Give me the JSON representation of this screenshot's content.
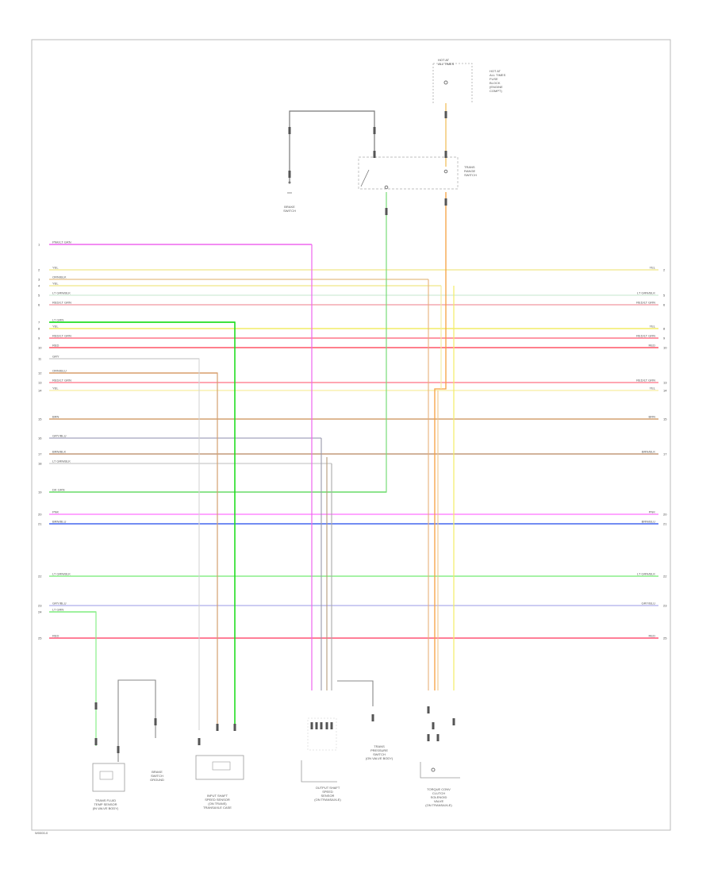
{
  "footer": {
    "code": "W0000-0"
  },
  "components": [
    {
      "id": "fuse_box",
      "lines": [
        "HOT AT",
        "ALL TIMES",
        "FUSE",
        "BLOCK",
        "(ENGINE",
        "COMPT)"
      ]
    },
    {
      "id": "brake_switch",
      "lines": [
        "BRAKE",
        "SWITCH"
      ]
    },
    {
      "id": "trans_range",
      "lines": [
        "TRANS",
        "RANGE",
        "SWITCH"
      ]
    },
    {
      "id": "brake_ground",
      "lines": [
        "BRAKE",
        "SWITCH",
        "GROUND"
      ]
    },
    {
      "id": "trans_fluid_temp",
      "lines": [
        "TRANS FLUID",
        "TEMP SENSOR",
        "(IN VALVE BODY)"
      ]
    },
    {
      "id": "input_speed",
      "lines": [
        "INPUT SHAFT",
        "SPEED SENSOR",
        "(ON TRANS)",
        "TRANSAXLE CASE"
      ]
    },
    {
      "id": "output_speed",
      "lines": [
        "OUTPUT SHAFT",
        "SPEED",
        "SENSOR",
        "(ON TRANSAXLE)"
      ]
    },
    {
      "id": "pressure_switch",
      "lines": [
        "TRANS",
        "PRESSURE",
        "SWITCH",
        "(ON VALVE BODY)"
      ]
    },
    {
      "id": "torque_converter",
      "lines": [
        "TORQUE CONV",
        "CLUTCH",
        "SOLENOID",
        "VALVE",
        "(ON TRANSAXLE)"
      ]
    }
  ],
  "wires": [
    {
      "num": "1",
      "label": "PNK/LT GRN",
      "right": "",
      "color": "#ee66ee"
    },
    {
      "num": "2",
      "label": "YEL",
      "right": "YEL",
      "color": "#f4ec9c"
    },
    {
      "num": "3",
      "label": "ORN/BLK",
      "right": "",
      "color": "#e8c89a"
    },
    {
      "num": "4",
      "label": "YEL",
      "right": "",
      "color": "#f4ec9c"
    },
    {
      "num": "5",
      "label": "LT GRN/BLK",
      "right": "LT GRN/BLK",
      "color": "#d8eedd"
    },
    {
      "num": "6",
      "label": "RED/LT GRN",
      "right": "RED/LT GRN",
      "color": "#f4a8b0"
    },
    {
      "num": "7",
      "label": "LT GRN",
      "right": "",
      "color": "#22dd22"
    },
    {
      "num": "8",
      "label": "YEL",
      "right": "YEL",
      "color": "#f2ec66"
    },
    {
      "num": "9",
      "label": "RED/LT GRN",
      "right": "RED/LT GRN",
      "color": "#ff7788"
    },
    {
      "num": "10",
      "label": "RED",
      "right": "RED",
      "color": "#ff5566"
    },
    {
      "num": "11",
      "label": "GRY",
      "right": "",
      "color": "#d4d4d4"
    },
    {
      "num": "12",
      "label": "ORN/BLU",
      "right": "",
      "color": "#f4b890"
    },
    {
      "num": "13",
      "label": "RED/LT GRN",
      "right": "RED/LT GRN",
      "color": "#ff8899"
    },
    {
      "num": "14",
      "label": "YEL",
      "right": "YEL",
      "color": "#f8f0b0"
    },
    {
      "num": "15",
      "label": "BRN",
      "right": "BRN",
      "color": "#d4a070"
    },
    {
      "num": "16",
      "label": "GRY/BLU",
      "right": "",
      "color": "#b4b4c8"
    },
    {
      "num": "17",
      "label": "BRN/BLK",
      "right": "BRN/BLK",
      "color": "#c49a7a"
    },
    {
      "num": "18",
      "label": "LT GRN/BLK",
      "right": "",
      "color": "#d4d4d4"
    },
    {
      "num": "19",
      "label": "DK GRN",
      "right": "",
      "color": "#66dd66"
    },
    {
      "num": "20",
      "label": "PNK",
      "right": "PNK",
      "color": "#ff88ff"
    },
    {
      "num": "21",
      "label": "BRN/BLU",
      "right": "BRN/BLU",
      "color": "#4466ee"
    },
    {
      "num": "22",
      "label": "LT GRN/BLK",
      "right": "LT GRN/BLK",
      "color": "#88ee88"
    },
    {
      "num": "23",
      "label": "GRY/BLU",
      "right": "GRY/BLU",
      "color": "#bbbbee"
    },
    {
      "num": "24",
      "label": "LT GRN",
      "right": "",
      "color": "#88ee88"
    },
    {
      "num": "25",
      "label": "RED",
      "right": "RED",
      "color": "#ff5577"
    }
  ]
}
